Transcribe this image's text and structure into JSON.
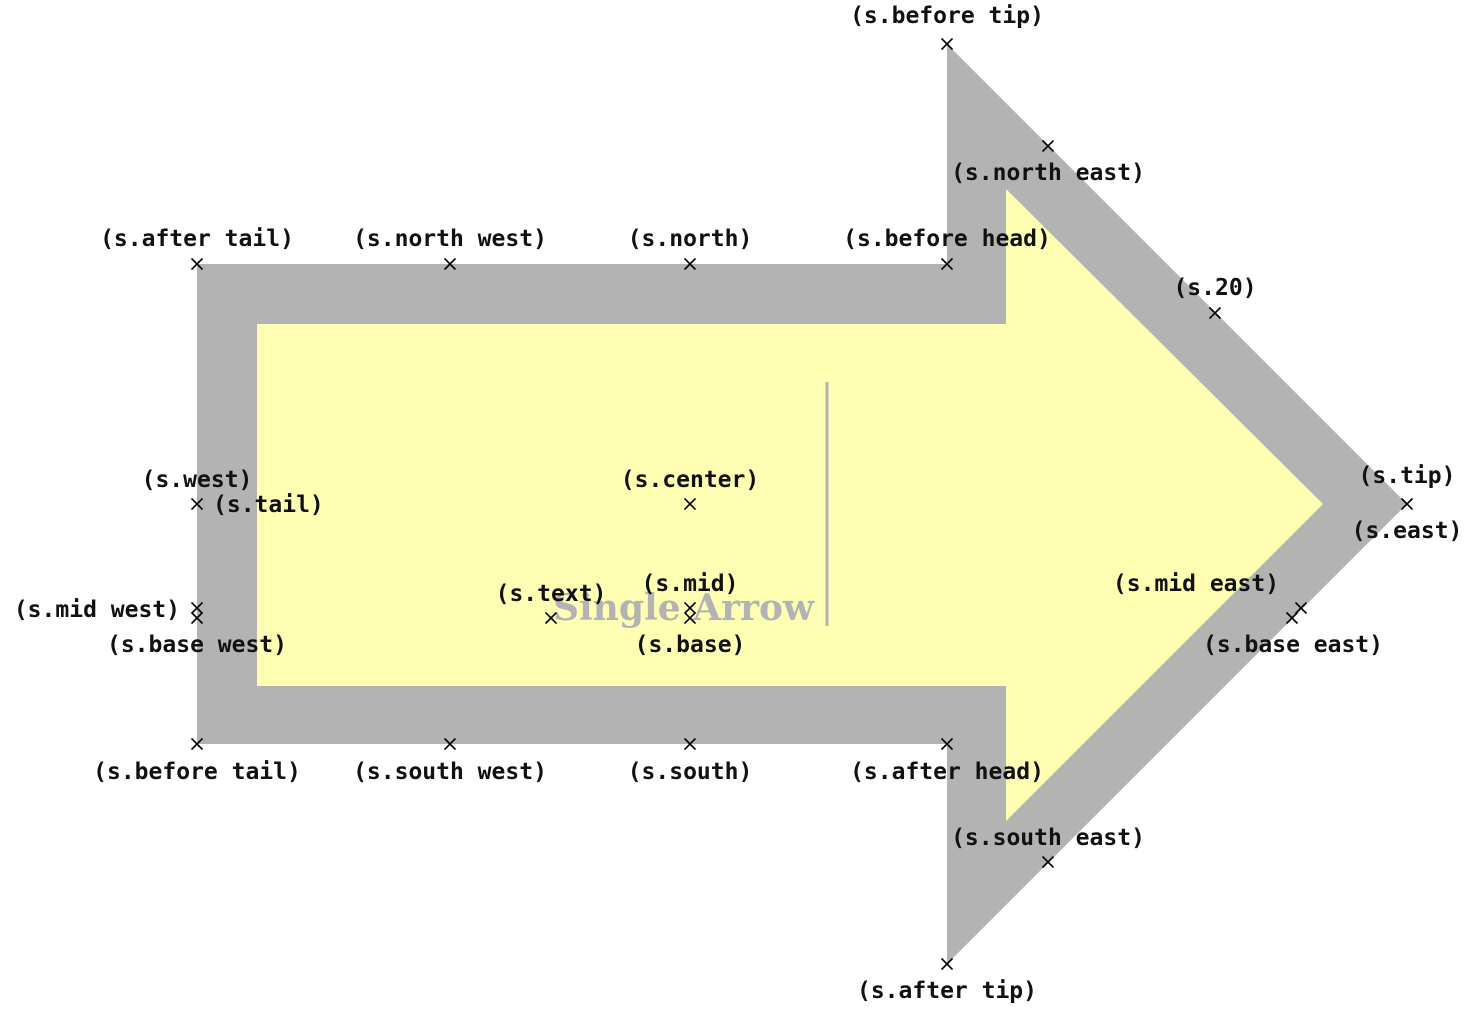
{
  "diagram": {
    "node_text": "Single Arrow",
    "colors": {
      "border": "#b3b3b3",
      "fill": "#ffffb3",
      "text": "#b3b3b3",
      "marker": "#000000",
      "label": "#111111"
    },
    "anchors": [
      {
        "id": "before-tip",
        "label": "(s.before tip)"
      },
      {
        "id": "north-east",
        "label": "(s.north east)"
      },
      {
        "id": "after-tail",
        "label": "(s.after tail)"
      },
      {
        "id": "north-west",
        "label": "(s.north west)"
      },
      {
        "id": "north",
        "label": "(s.north)"
      },
      {
        "id": "before-head",
        "label": "(s.before head)"
      },
      {
        "id": "angle-20",
        "label": "(s.20)"
      },
      {
        "id": "west",
        "label": "(s.west)"
      },
      {
        "id": "tail",
        "label": "(s.tail)"
      },
      {
        "id": "center",
        "label": "(s.center)"
      },
      {
        "id": "tip",
        "label": "(s.tip)"
      },
      {
        "id": "east",
        "label": "(s.east)"
      },
      {
        "id": "mid-west",
        "label": "(s.mid west)"
      },
      {
        "id": "base-west",
        "label": "(s.base west)"
      },
      {
        "id": "text",
        "label": "(s.text)"
      },
      {
        "id": "mid",
        "label": "(s.mid)"
      },
      {
        "id": "base",
        "label": "(s.base)"
      },
      {
        "id": "mid-east",
        "label": "(s.mid east)"
      },
      {
        "id": "base-east",
        "label": "(s.base east)"
      },
      {
        "id": "before-tail",
        "label": "(s.before tail)"
      },
      {
        "id": "south-west",
        "label": "(s.south west)"
      },
      {
        "id": "south",
        "label": "(s.south)"
      },
      {
        "id": "after-head",
        "label": "(s.after head)"
      },
      {
        "id": "south-east",
        "label": "(s.south east)"
      },
      {
        "id": "after-tip",
        "label": "(s.after tip)"
      }
    ]
  }
}
